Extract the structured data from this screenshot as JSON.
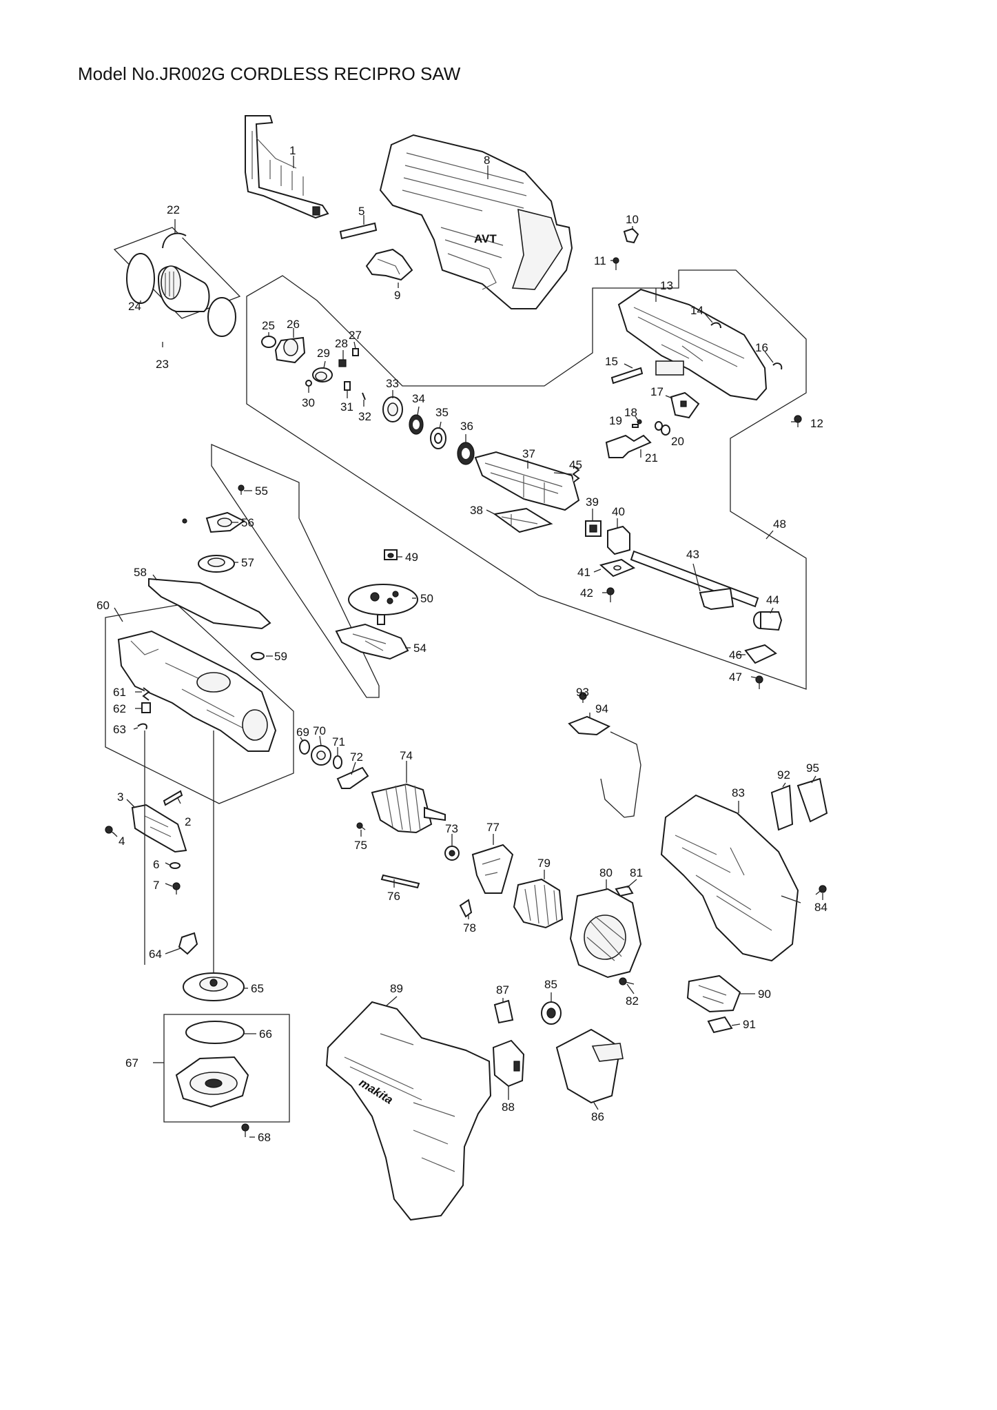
{
  "title": "Model No.JR002G CORDLESS RECIPRO SAW",
  "parts": [
    {
      "id": "1",
      "label": "1"
    },
    {
      "id": "2",
      "label": "2"
    },
    {
      "id": "3",
      "label": "3"
    },
    {
      "id": "4",
      "label": "4"
    },
    {
      "id": "5",
      "label": "5"
    },
    {
      "id": "6",
      "label": "6"
    },
    {
      "id": "7",
      "label": "7"
    },
    {
      "id": "8",
      "label": "8"
    },
    {
      "id": "9",
      "label": "9"
    },
    {
      "id": "10",
      "label": "10"
    },
    {
      "id": "11",
      "label": "11"
    },
    {
      "id": "12",
      "label": "12"
    },
    {
      "id": "13",
      "label": "13"
    },
    {
      "id": "14",
      "label": "14"
    },
    {
      "id": "15",
      "label": "15"
    },
    {
      "id": "16",
      "label": "16"
    },
    {
      "id": "17",
      "label": "17"
    },
    {
      "id": "18",
      "label": "18"
    },
    {
      "id": "19",
      "label": "19"
    },
    {
      "id": "20",
      "label": "20"
    },
    {
      "id": "21",
      "label": "21"
    },
    {
      "id": "22",
      "label": "22"
    },
    {
      "id": "23",
      "label": "23"
    },
    {
      "id": "24",
      "label": "24"
    },
    {
      "id": "25",
      "label": "25"
    },
    {
      "id": "26",
      "label": "26"
    },
    {
      "id": "27",
      "label": "27"
    },
    {
      "id": "28",
      "label": "28"
    },
    {
      "id": "29",
      "label": "29"
    },
    {
      "id": "30",
      "label": "30"
    },
    {
      "id": "31",
      "label": "31"
    },
    {
      "id": "32",
      "label": "32"
    },
    {
      "id": "33",
      "label": "33"
    },
    {
      "id": "34",
      "label": "34"
    },
    {
      "id": "35",
      "label": "35"
    },
    {
      "id": "36",
      "label": "36"
    },
    {
      "id": "37",
      "label": "37"
    },
    {
      "id": "38",
      "label": "38"
    },
    {
      "id": "39",
      "label": "39"
    },
    {
      "id": "40",
      "label": "40"
    },
    {
      "id": "41",
      "label": "41"
    },
    {
      "id": "42",
      "label": "42"
    },
    {
      "id": "43",
      "label": "43"
    },
    {
      "id": "44",
      "label": "44"
    },
    {
      "id": "45",
      "label": "45"
    },
    {
      "id": "46",
      "label": "46"
    },
    {
      "id": "47",
      "label": "47"
    },
    {
      "id": "48",
      "label": "48"
    },
    {
      "id": "49",
      "label": "49"
    },
    {
      "id": "50",
      "label": "50"
    },
    {
      "id": "54",
      "label": "54"
    },
    {
      "id": "55",
      "label": "55"
    },
    {
      "id": "56",
      "label": "56"
    },
    {
      "id": "57",
      "label": "57"
    },
    {
      "id": "58",
      "label": "58"
    },
    {
      "id": "59",
      "label": "59"
    },
    {
      "id": "60",
      "label": "60"
    },
    {
      "id": "61",
      "label": "61"
    },
    {
      "id": "62",
      "label": "62"
    },
    {
      "id": "63",
      "label": "63"
    },
    {
      "id": "64",
      "label": "64"
    },
    {
      "id": "65",
      "label": "65"
    },
    {
      "id": "66",
      "label": "66"
    },
    {
      "id": "67",
      "label": "67"
    },
    {
      "id": "68",
      "label": "68"
    },
    {
      "id": "69",
      "label": "69"
    },
    {
      "id": "70",
      "label": "70"
    },
    {
      "id": "71",
      "label": "71"
    },
    {
      "id": "72",
      "label": "72"
    },
    {
      "id": "73",
      "label": "73"
    },
    {
      "id": "74",
      "label": "74"
    },
    {
      "id": "75",
      "label": "75"
    },
    {
      "id": "76",
      "label": "76"
    },
    {
      "id": "77",
      "label": "77"
    },
    {
      "id": "78",
      "label": "78"
    },
    {
      "id": "79",
      "label": "79"
    },
    {
      "id": "80",
      "label": "80"
    },
    {
      "id": "81",
      "label": "81"
    },
    {
      "id": "82",
      "label": "82"
    },
    {
      "id": "83",
      "label": "83"
    },
    {
      "id": "84",
      "label": "84"
    },
    {
      "id": "85",
      "label": "85"
    },
    {
      "id": "86",
      "label": "86"
    },
    {
      "id": "87",
      "label": "87"
    },
    {
      "id": "88",
      "label": "88"
    },
    {
      "id": "89",
      "label": "89"
    },
    {
      "id": "90",
      "label": "90"
    },
    {
      "id": "91",
      "label": "91"
    },
    {
      "id": "92",
      "label": "92"
    },
    {
      "id": "93",
      "label": "93"
    },
    {
      "id": "94",
      "label": "94"
    },
    {
      "id": "95",
      "label": "95"
    }
  ],
  "logo_text": "makita"
}
